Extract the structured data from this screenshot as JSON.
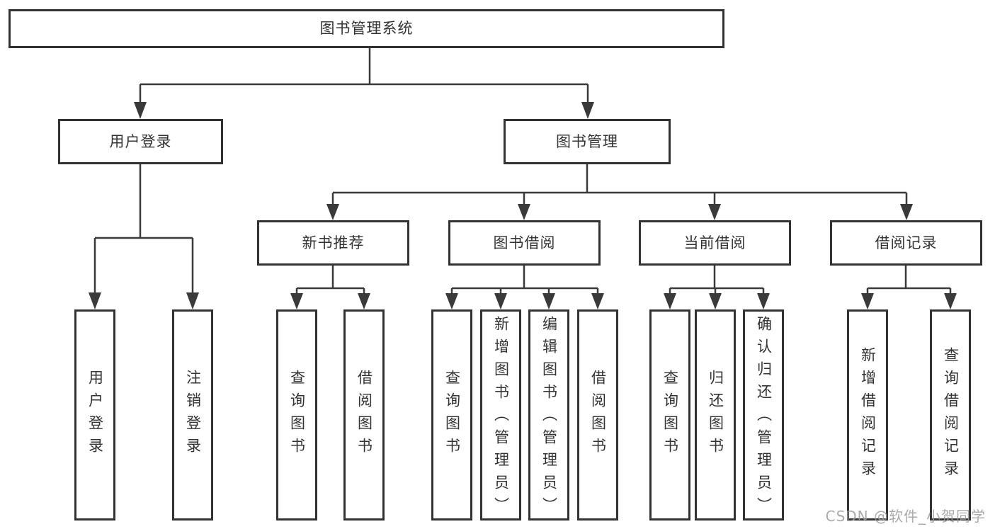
{
  "diagram_title": "图书管理系统",
  "tree": {
    "root": {
      "label": "图书管理系统"
    },
    "level2": [
      {
        "label": "用户登录"
      },
      {
        "label": "图书管理"
      }
    ],
    "level3": [
      {
        "label": "新书推荐"
      },
      {
        "label": "图书借阅"
      },
      {
        "label": "当前借阅"
      },
      {
        "label": "借阅记录"
      }
    ],
    "leaves": {
      "user_login": [
        {
          "label": "用户登录"
        },
        {
          "label": "注销登录"
        }
      ],
      "new_book": [
        {
          "label": "查询图书"
        },
        {
          "label": "借阅图书"
        }
      ],
      "book_borrow": [
        {
          "label": "查询图书"
        },
        {
          "label": "新增图书（管理员）"
        },
        {
          "label": "编辑图书（管理员）"
        },
        {
          "label": "借阅图书"
        }
      ],
      "current_borrow": [
        {
          "label": "查询图书"
        },
        {
          "label": "归还图书"
        },
        {
          "label": "确认归还（管理员）"
        }
      ],
      "borrow_record": [
        {
          "label": "新增借阅记录"
        },
        {
          "label": "查询借阅记录"
        }
      ]
    }
  },
  "watermark": {
    "text": "CSDN @软件_小贺同学"
  },
  "colors": {
    "background": "#ffffff",
    "box_border": "#333333",
    "line": "#3a3a3a",
    "text": "#333333",
    "watermark": "#9b9b9b"
  }
}
